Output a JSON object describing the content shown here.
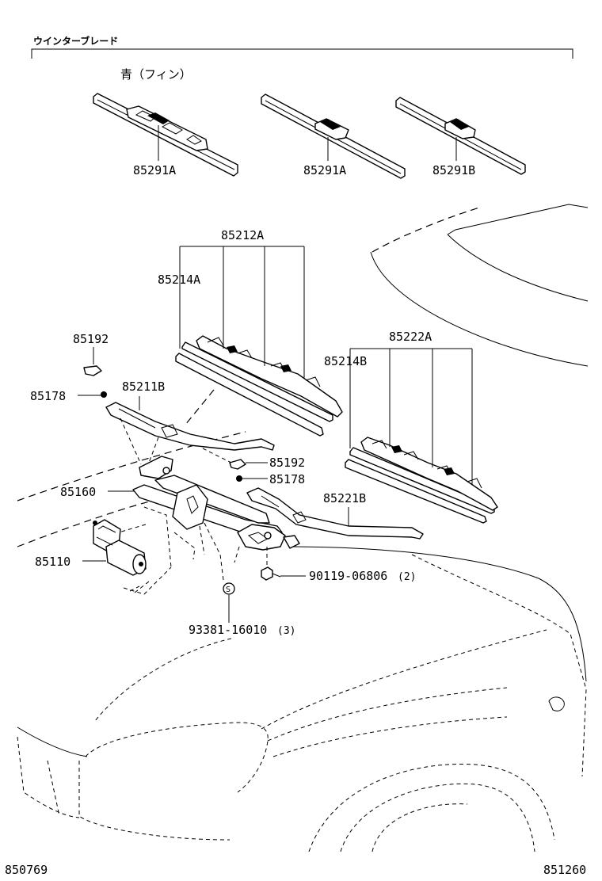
{
  "section_title": "ウインターブレード",
  "blade_note": "青（フィン）",
  "labels": {
    "blade_1": "85291A",
    "blade_2": "85291A",
    "blade_3": "85291B",
    "blade_assy_driver": "85212A",
    "rubber_driver": "85214A",
    "blade_assy_passenger": "85222A",
    "rubber_passenger": "85214B",
    "cap_upper": "85192",
    "nut_upper": "85178",
    "arm_driver": "85211B",
    "cap_lower": "85192",
    "nut_lower": "85178",
    "link_assy": "85160",
    "arm_passenger": "85221B",
    "motor": "85110",
    "bolt": "90119-06806",
    "bolt_qty": "(2)",
    "screw_symbol": "S",
    "screw": "93381-16010",
    "screw_qty": "(3)"
  },
  "footer": {
    "left_code": "850769",
    "right_code": "851260"
  }
}
